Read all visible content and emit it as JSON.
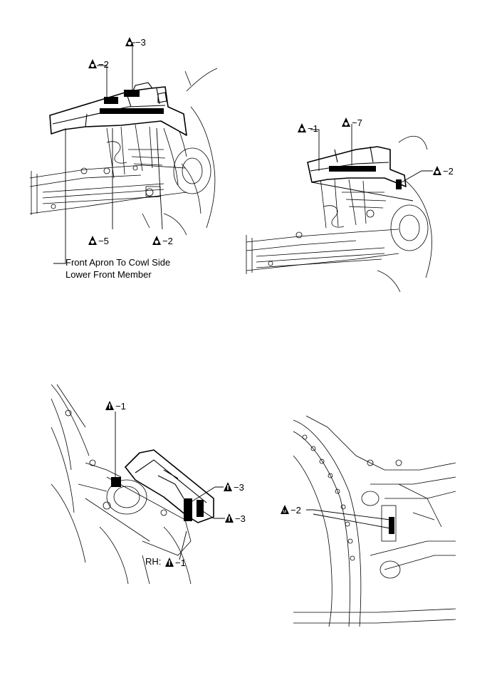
{
  "figure1": {
    "labels": [
      "−2",
      "−3",
      "−5",
      "−2"
    ],
    "callout": [
      "Front Apron To Cowl Side",
      "Lower Front Member"
    ]
  },
  "figure2": {
    "labels": [
      "−1",
      "−7",
      "−2"
    ]
  },
  "figure3": {
    "labels": [
      "−1",
      "−3",
      "−3",
      "−1"
    ],
    "rh_prefix": "RH:"
  },
  "figure4": {
    "labels": [
      "−2"
    ]
  }
}
